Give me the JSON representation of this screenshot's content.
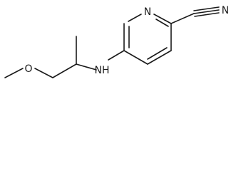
{
  "molecule": {
    "atoms": {
      "ring_nitrogen": "N",
      "amine_nh": "NH",
      "methoxy_oxygen": "O",
      "nitrile_nitrogen": "N"
    }
  },
  "colors": {
    "ink": "#1a1a1a",
    "background": "#ffffff"
  }
}
